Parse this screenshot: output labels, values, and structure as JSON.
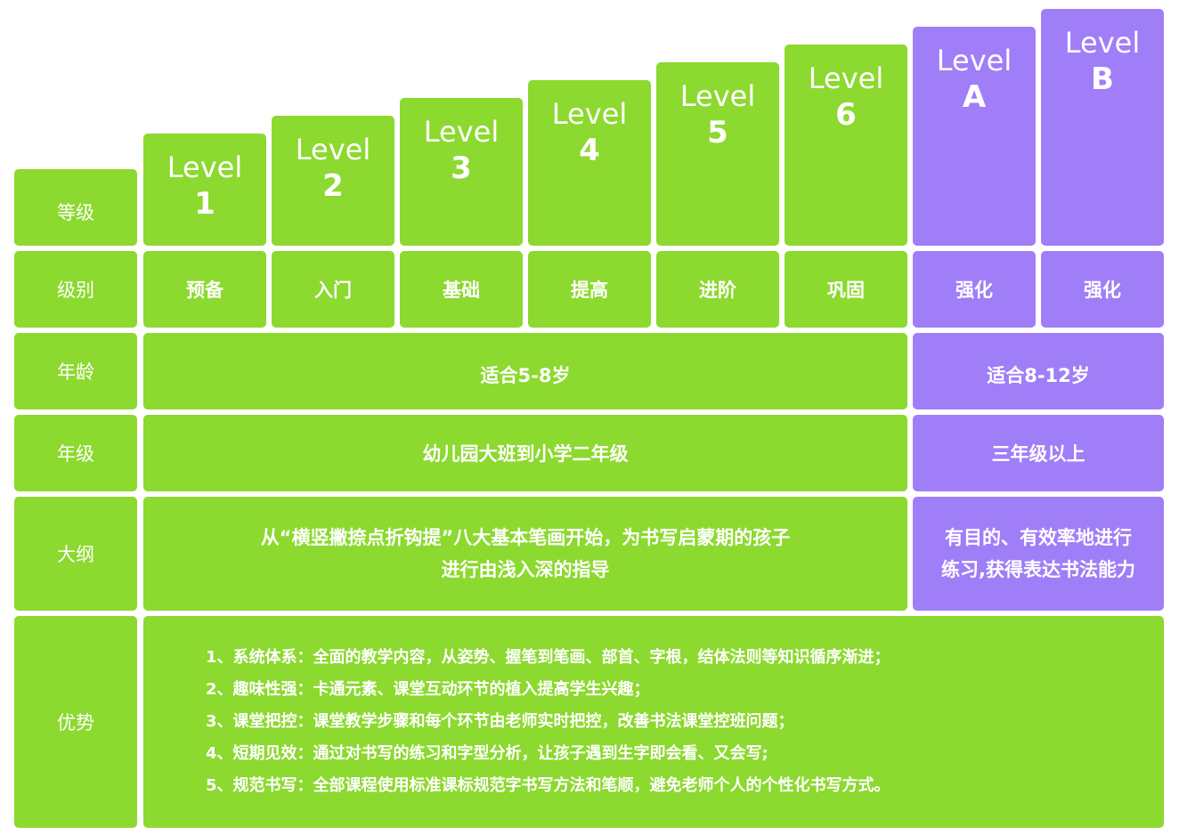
{
  "row_labels": {
    "level": "等级",
    "grade_name": "级别",
    "age": "年龄",
    "school_grade": "年级",
    "outline": "大纲",
    "advantages": "优势"
  },
  "levels": [
    {
      "word": "Level",
      "num": "1",
      "name": "预备"
    },
    {
      "word": "Level",
      "num": "2",
      "name": "入门"
    },
    {
      "word": "Level",
      "num": "3",
      "name": "基础"
    },
    {
      "word": "Level",
      "num": "4",
      "name": "提高"
    },
    {
      "word": "Level",
      "num": "5",
      "name": "进阶"
    },
    {
      "word": "Level",
      "num": "6",
      "name": "巩固"
    },
    {
      "word": "Level",
      "num": "A",
      "name": "强化"
    },
    {
      "word": "Level",
      "num": "B",
      "name": "强化"
    }
  ],
  "green_group": {
    "age": "适合5-8岁",
    "school_grade": "幼儿园大班到小学二年级",
    "outline_lines": [
      "从“横竖撇捺点折钩提”八大基本笔画开始，为书写启蒙期的孩子",
      "进行由浅入深的指导"
    ]
  },
  "purple_group": {
    "age": "适合8-12岁",
    "school_grade": "三年级以上",
    "outline_lines": [
      "有目的、有效率地进行",
      "练习,获得表达书法能力"
    ]
  },
  "advantages": [
    "1、系统体系：全面的教学内容，从姿势、握笔到笔画、部首、字根，结体法则等知识循序渐进；",
    "2、趣味性强：卡通元素、课堂互动环节的植入提高学生兴趣；",
    "3、课堂把控：课堂教学步骤和每个环节由老师实时把控，改善书法课堂控班问题；",
    "4、短期见效：通过对书写的练习和字型分析，让孩子遇到生字即会看、又会写;",
    "5、规范书写：全部课程使用标准课标规范字书写方法和笔顺，避免老师个人的个性化书写方式。"
  ],
  "colors": {
    "green": "#8cd92f",
    "purple": "#a07ef7",
    "text": "#ffffff"
  }
}
